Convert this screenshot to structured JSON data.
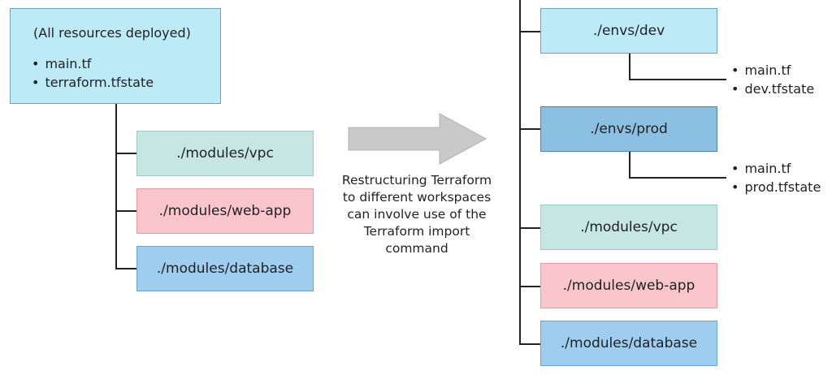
{
  "left": {
    "root": {
      "heading": "(All resources deployed)",
      "files": [
        "main.tf",
        "terraform.tfstate"
      ]
    },
    "modules": [
      "./modules/vpc",
      "./modules/web-app",
      "./modules/database"
    ]
  },
  "caption": [
    "Restructuring Terraform",
    "to different workspaces",
    "can involve use of the",
    "Terraform import",
    "command"
  ],
  "right": {
    "envs": [
      {
        "label": "./envs/dev",
        "files": [
          "main.tf",
          "dev.tfstate"
        ]
      },
      {
        "label": "./envs/prod",
        "files": [
          "main.tf",
          "prod.tfstate"
        ]
      }
    ],
    "modules": [
      "./modules/vpc",
      "./modules/web-app",
      "./modules/database"
    ]
  },
  "colors": {
    "root": "#bdeaf7",
    "dev": "#bdeaf7",
    "prod": "#8cc0e2",
    "vpc": "#c5e6e3",
    "web_app": "#fbc5cc",
    "database": "#9fcdee",
    "arrow": "#c9c9c9"
  }
}
